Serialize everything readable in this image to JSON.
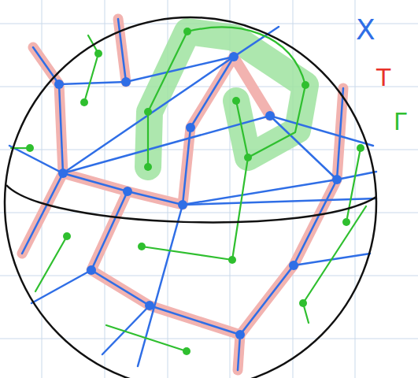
{
  "diagram": {
    "labels": [
      "X",
      "T",
      "Γ"
    ]
  }
}
